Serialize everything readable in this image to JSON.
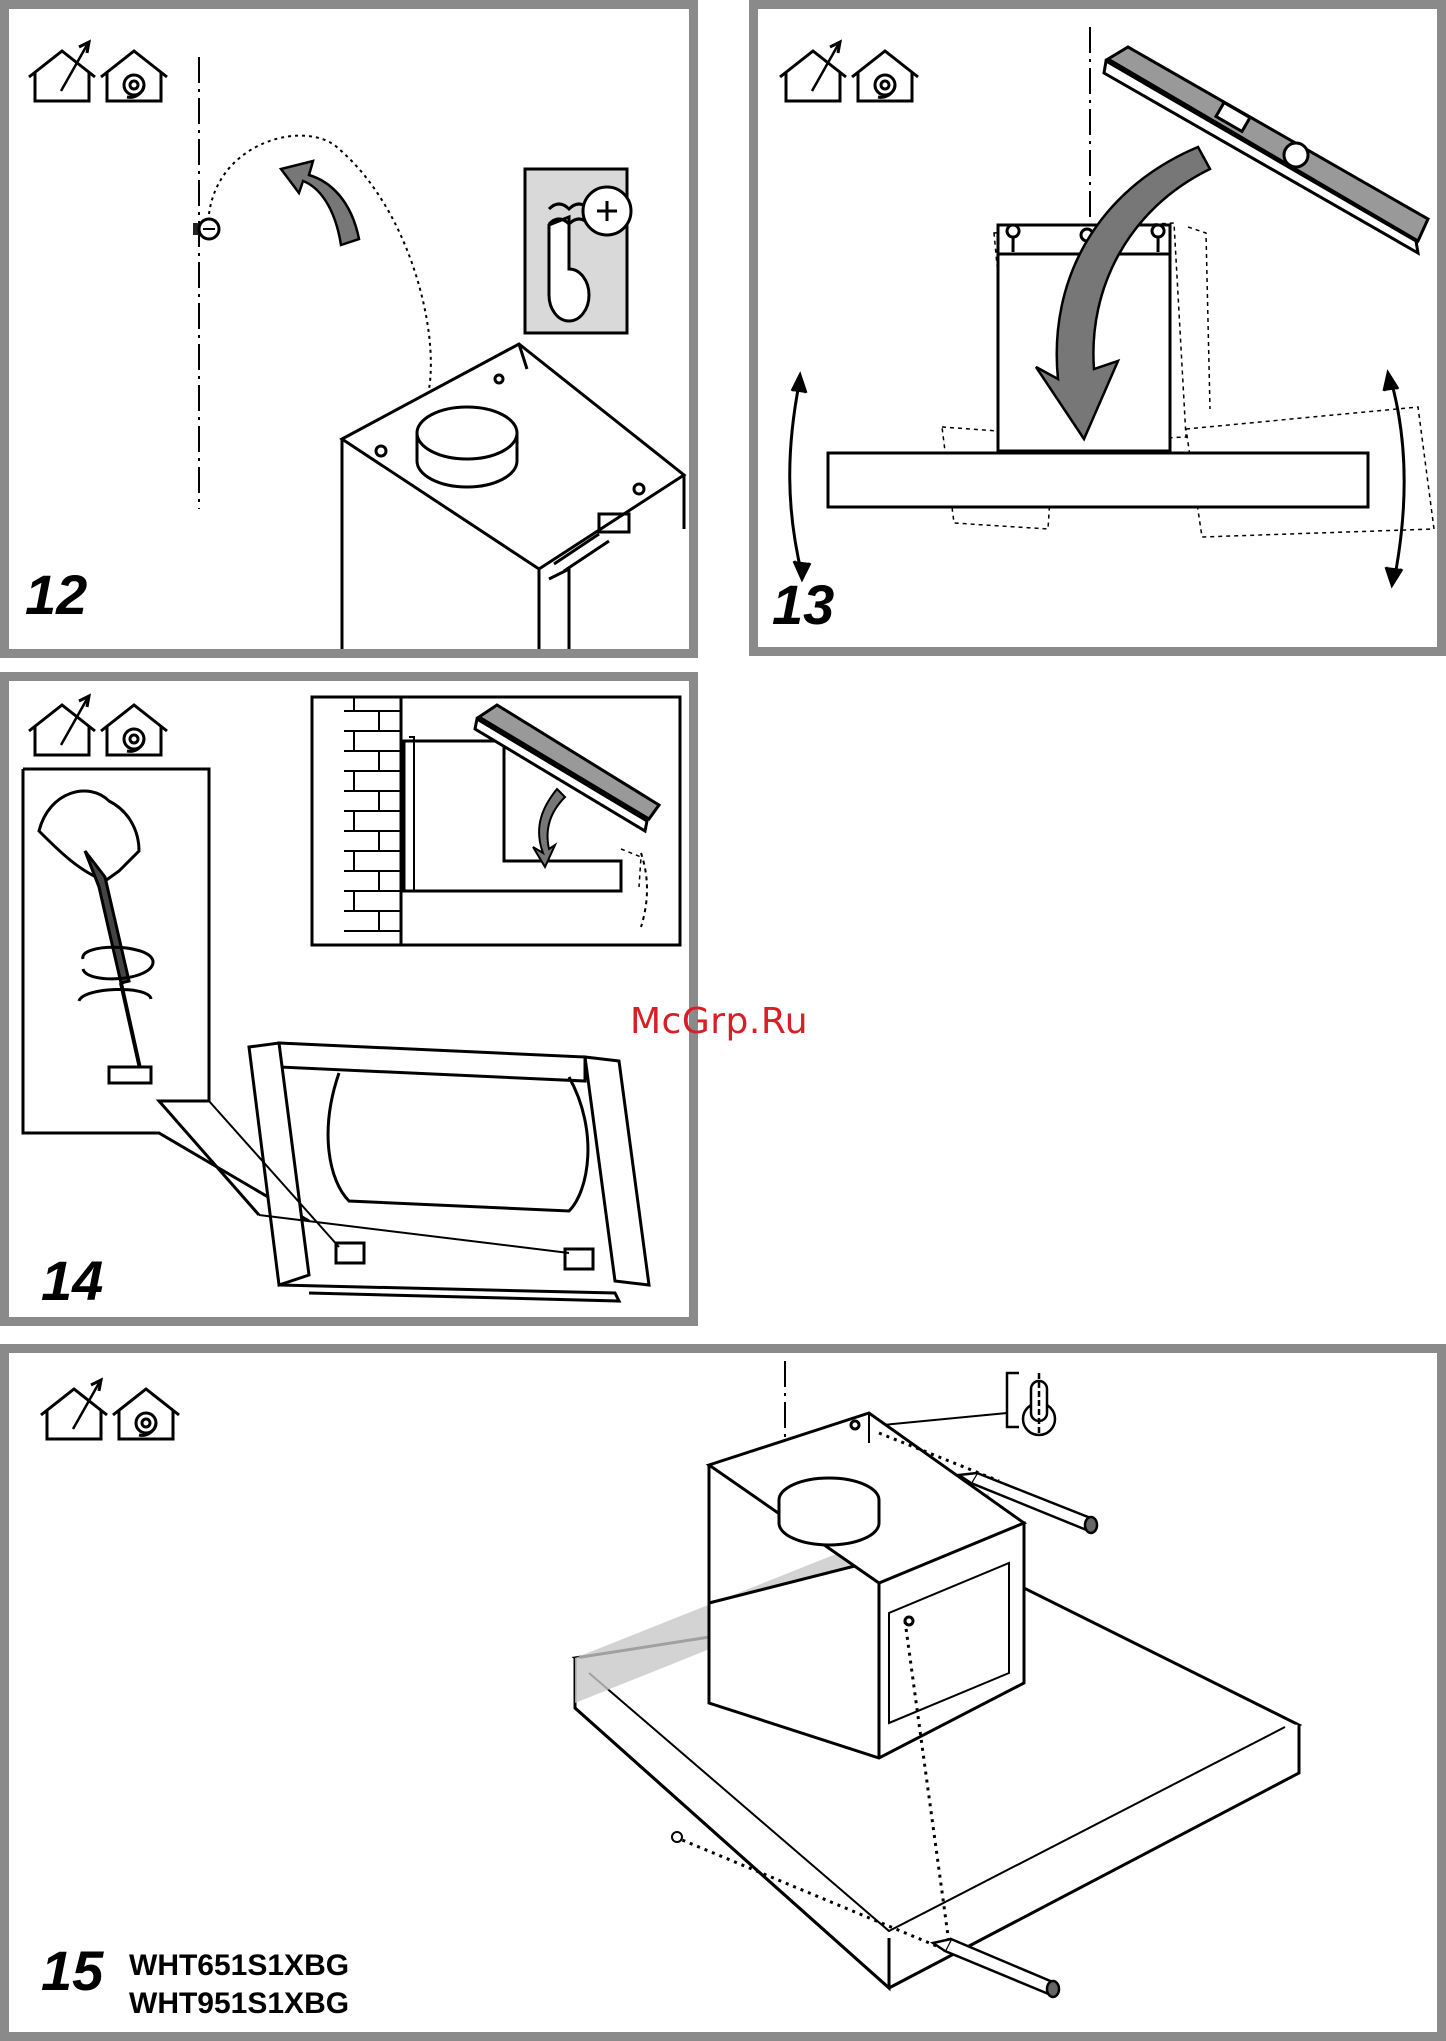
{
  "watermark": "McGrp.Ru",
  "steps": [
    {
      "number": "12",
      "icons": [
        "ducted-extraction-icon",
        "recirculation-icon"
      ]
    },
    {
      "number": "13",
      "icons": [
        "ducted-extraction-icon",
        "recirculation-icon"
      ]
    },
    {
      "number": "14",
      "icons": [
        "ducted-extraction-icon",
        "recirculation-icon"
      ]
    },
    {
      "number": "15",
      "icons": [
        "ducted-extraction-icon",
        "recirculation-icon"
      ],
      "models": [
        "WHT651S1XBG",
        "WHT951S1XBG"
      ]
    }
  ],
  "colors": {
    "panel_border": "#8a8a8a",
    "line": "#000000",
    "watermark": "#d81f26",
    "shade": "#c8c8c8"
  }
}
